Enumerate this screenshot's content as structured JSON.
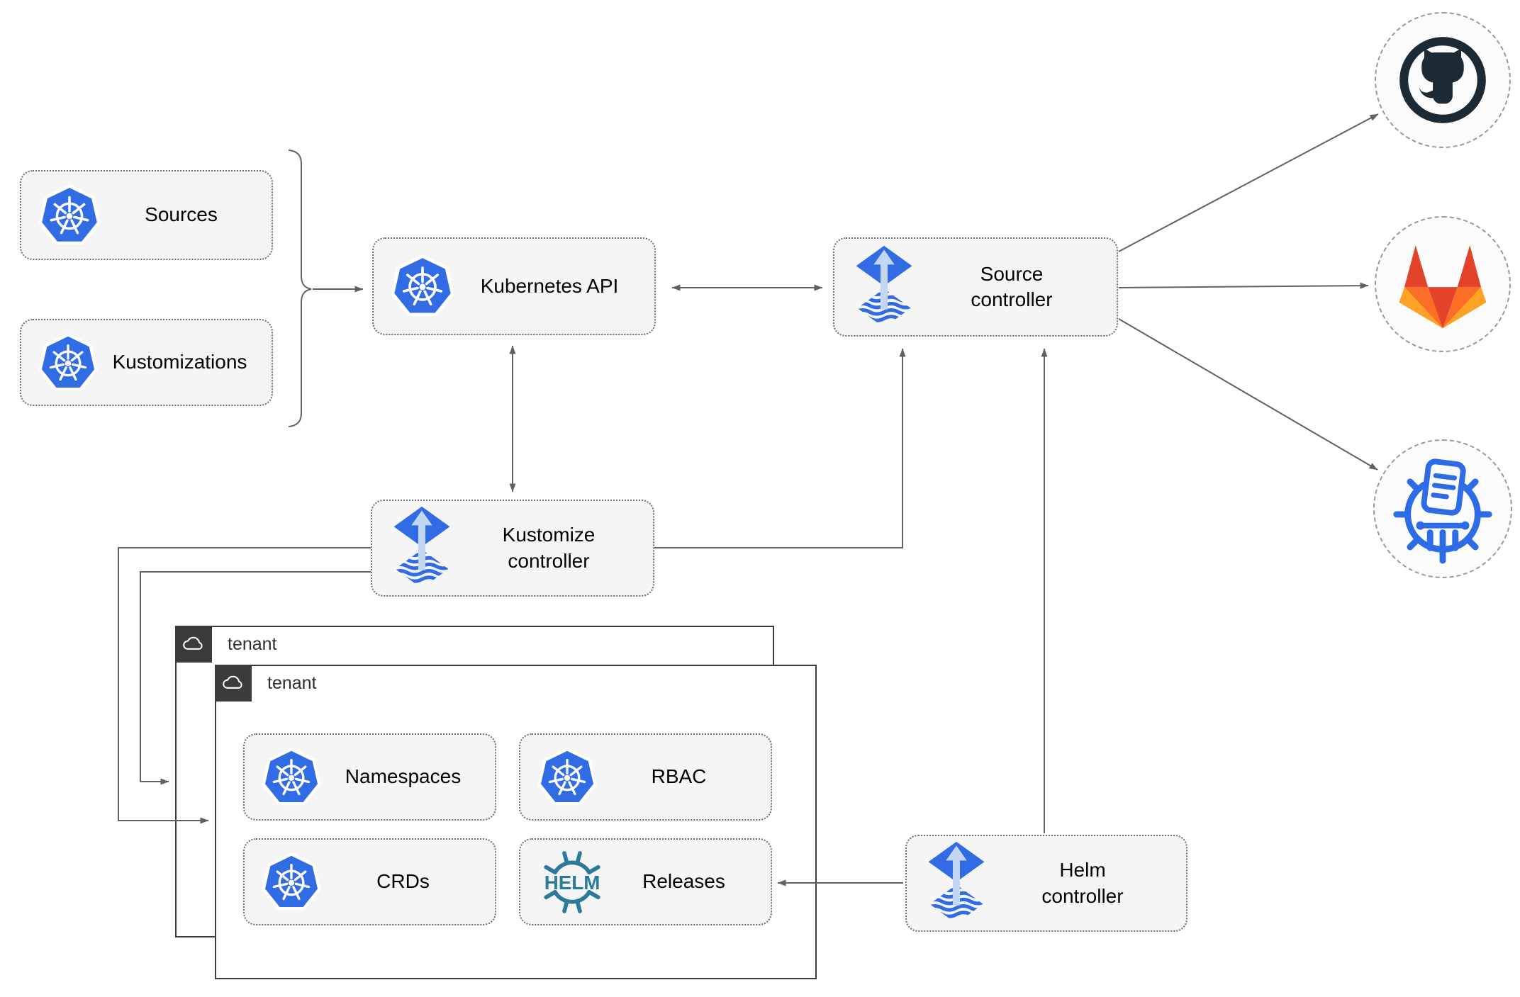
{
  "diagram": {
    "nodes": {
      "sources": {
        "label": "Sources",
        "icon": "kubernetes-icon"
      },
      "kustomizations": {
        "label": "Kustomizations",
        "icon": "kubernetes-icon"
      },
      "kubernetes_api": {
        "label": "Kubernetes API",
        "icon": "kubernetes-icon"
      },
      "source_controller": {
        "label": "Source\ncontroller",
        "icon": "flux-icon"
      },
      "kustomize_controller": {
        "label": "Kustomize\ncontroller",
        "icon": "flux-icon"
      },
      "helm_controller": {
        "label": "Helm\ncontroller",
        "icon": "flux-icon"
      },
      "tenant_back": {
        "label": "tenant",
        "icon": "cloud-icon"
      },
      "tenant_front": {
        "label": "tenant",
        "icon": "cloud-icon"
      },
      "namespaces": {
        "label": "Namespaces",
        "icon": "kubernetes-icon"
      },
      "rbac": {
        "label": "RBAC",
        "icon": "kubernetes-icon"
      },
      "crds": {
        "label": "CRDs",
        "icon": "kubernetes-icon"
      },
      "releases": {
        "label": "Releases",
        "icon": "helm-icon"
      },
      "github": {
        "icon": "github-icon"
      },
      "gitlab": {
        "icon": "gitlab-icon"
      },
      "helm_repository": {
        "icon": "chartmuseum-icon"
      }
    },
    "colors": {
      "kubernetes_blue": "#326ce5",
      "flux_blue": "#316ce4",
      "flux_arrow_light": "#c3d7f4",
      "helm_teal": "#2b7a9b",
      "github_dark": "#1b2a35",
      "gitlab_red": "#e24329",
      "gitlab_orange": "#fc6d26",
      "gitlab_yellow": "#fca326",
      "chartmuseum_blue": "#2d6ce5",
      "node_fill": "#f5f5f5",
      "connector_gray": "#616161",
      "tenant_header_dark": "#3b3b3b"
    }
  }
}
